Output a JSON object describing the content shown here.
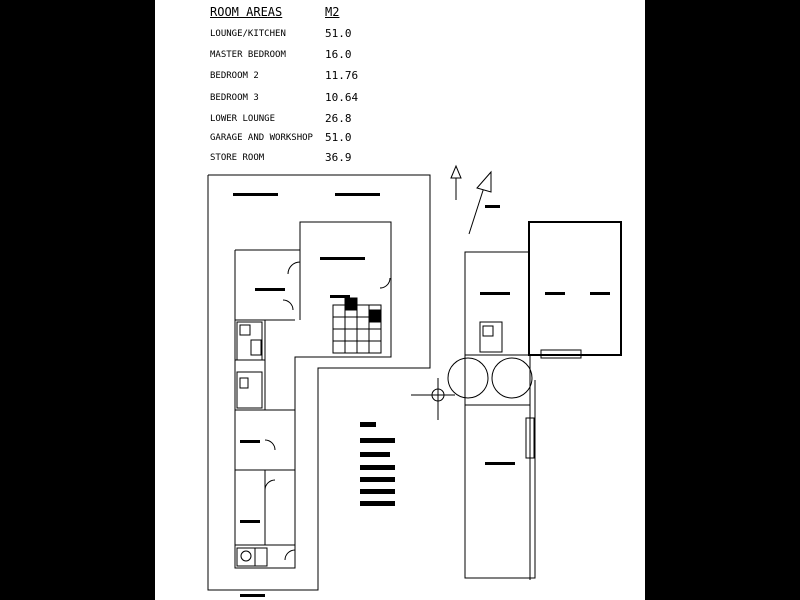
{
  "room_areas": {
    "title": "ROOM AREAS",
    "unit": "M2",
    "rows": [
      {
        "name": "LOUNGE/KITCHEN",
        "area": "51.0"
      },
      {
        "name": "MASTER BEDROOM",
        "area": "16.0"
      },
      {
        "name": "BEDROOM 2",
        "area": "11.76"
      },
      {
        "name": "BEDROOM 3",
        "area": "10.64"
      },
      {
        "name": "LOWER LOUNGE",
        "area": "26.8"
      },
      {
        "name": "GARAGE AND WORKSHOP",
        "area": "51.0"
      },
      {
        "name": "STORE ROOM",
        "area": "36.9"
      }
    ]
  },
  "colors": {
    "sheet": "#ffffff",
    "background": "#000000",
    "ink": "#000000"
  },
  "icons": [
    "north-arrow-icon",
    "compass-arrow-icon",
    "crosshair-icon"
  ]
}
